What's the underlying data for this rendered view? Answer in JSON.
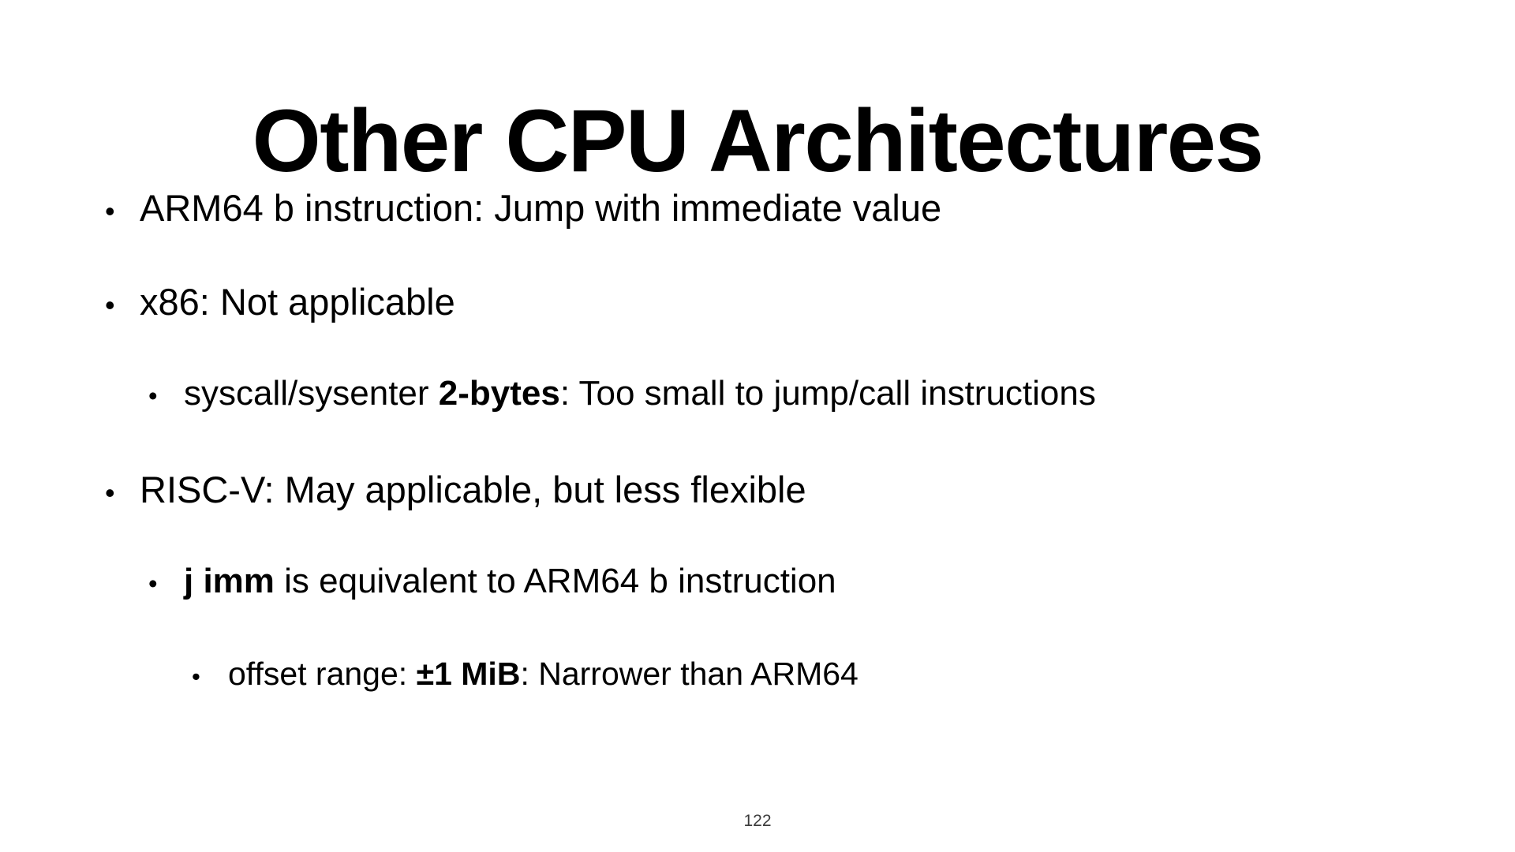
{
  "slide": {
    "title": "Other CPU Architectures",
    "page_number": "122",
    "bullet_marker": "•",
    "text_color": "#000000",
    "background_color": "#ffffff",
    "bullets": [
      {
        "level": 1,
        "plain": "ARM64 b instruction: Jump with immediate value",
        "segments": [
          {
            "text": "ARM64 b instruction: Jump with immediate value",
            "bold": false
          }
        ]
      },
      {
        "level": 1,
        "plain": "x86: Not applicable",
        "segments": [
          {
            "text": "x86: Not applicable",
            "bold": false
          }
        ]
      },
      {
        "level": 2,
        "plain": "syscall/sysenter 2-bytes: Too small to jump/call instructions",
        "segments": [
          {
            "text": "syscall/sysenter ",
            "bold": false
          },
          {
            "text": "2-bytes",
            "bold": true
          },
          {
            "text": ": Too small to jump/call instructions",
            "bold": false
          }
        ]
      },
      {
        "level": 1,
        "plain": "RISC-V: May applicable, but less flexible",
        "segments": [
          {
            "text": "RISC-V: May applicable, but less flexible",
            "bold": false
          }
        ]
      },
      {
        "level": 2,
        "plain": "j imm is equivalent to ARM64 b instruction",
        "segments": [
          {
            "text": "j imm",
            "bold": true
          },
          {
            "text": " is equivalent to ARM64 b instruction",
            "bold": false
          }
        ]
      },
      {
        "level": 3,
        "plain": "offset range: ±1 MiB: Narrower than ARM64",
        "segments": [
          {
            "text": "offset range: ",
            "bold": false
          },
          {
            "text": "±1 MiB",
            "bold": true
          },
          {
            "text": ": Narrower than ARM64",
            "bold": false
          }
        ]
      }
    ]
  }
}
